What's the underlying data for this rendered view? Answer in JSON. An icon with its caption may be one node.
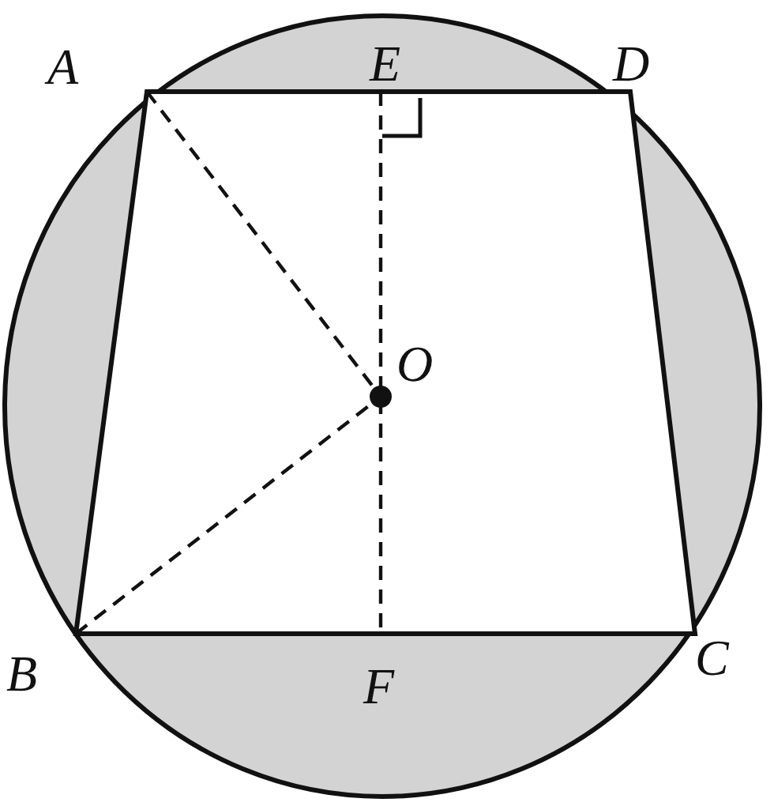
{
  "diagram": {
    "labels": [
      "A",
      "E",
      "D",
      "O",
      "B",
      "F",
      "C"
    ]
  }
}
